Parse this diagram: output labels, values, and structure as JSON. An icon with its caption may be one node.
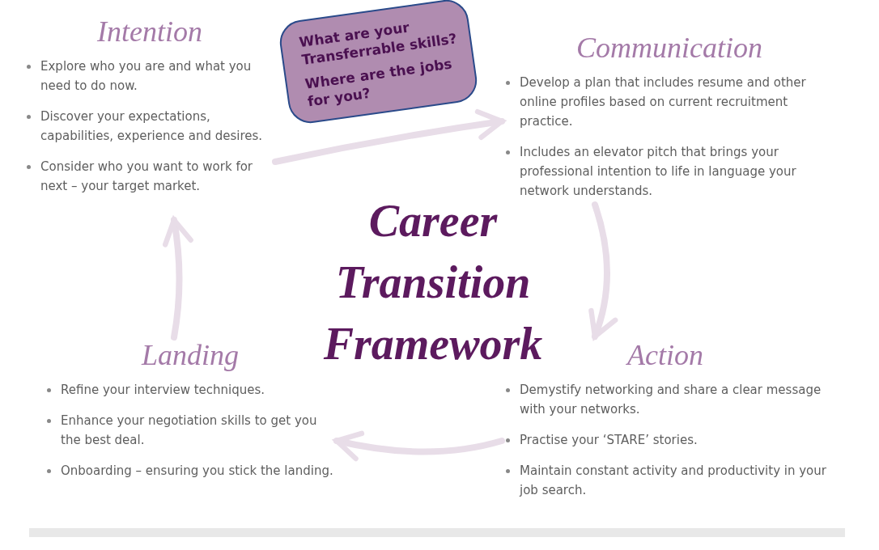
{
  "diagram": {
    "title": "Career Transition Framework",
    "nodes": [
      {
        "text": [
          "Intention",
          "Explore who you are and what you need to do now.",
          "Discover your expectations, capabilities, experience and desires.",
          "Consider who you want to work for next – your target market."
        ]
      },
      {
        "text": [
          "Communication",
          "Develop a plan that includes resume and other online profiles based on current recruitment practice.",
          "Includes an elevator pitch that brings your professional intention to life in language your network understands."
        ]
      },
      {
        "text": [
          "Action",
          "Demystify networking and share a clear message with your networks.",
          "Practise your ‘STARE’ stories.",
          "Maintain constant activity and productivity in your job search."
        ]
      },
      {
        "text": [
          "Landing",
          "Refine your interview techniques.",
          "Enhance your negotiation skills to get you the best deal.",
          "Onboarding – ensuring you stick the landing."
        ]
      },
      {
        "text": [
          "What are your Transferrable skills?",
          "Where are the jobs for you?"
        ]
      }
    ],
    "edges": [
      {
        "from": 0,
        "to": 1,
        "arrow": "to"
      },
      {
        "from": 1,
        "to": 2,
        "arrow": "to"
      },
      {
        "from": 2,
        "to": 3,
        "arrow": "to"
      },
      {
        "from": 3,
        "to": 0,
        "arrow": "to"
      }
    ]
  }
}
